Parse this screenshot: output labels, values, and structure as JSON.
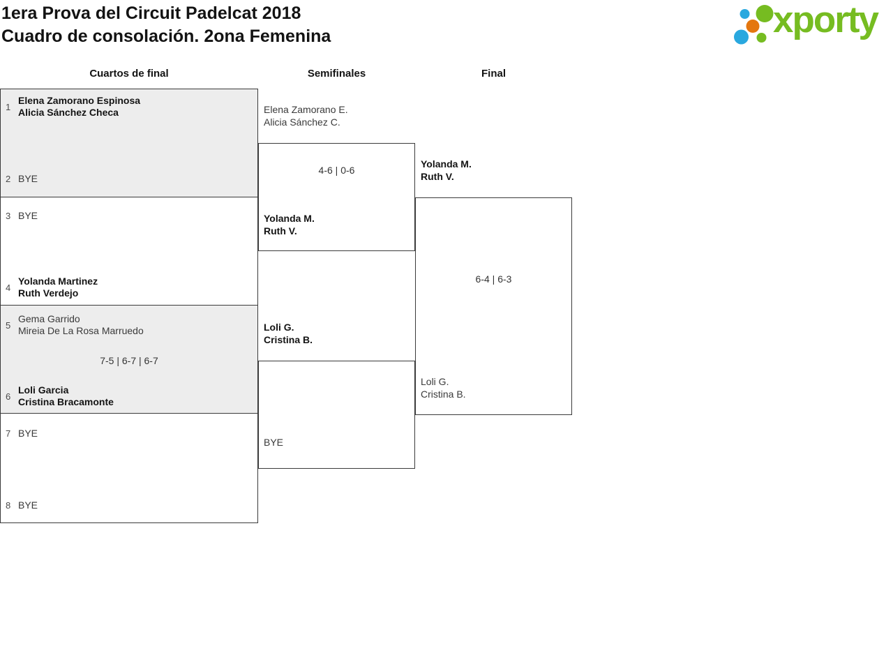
{
  "header": {
    "title_line1": "1era Prova del Circuit Padelcat 2018",
    "title_line2": "Cuadro de consolación. 2ona Femenina",
    "logo_text": "xporty"
  },
  "colors": {
    "logo_green": "#76BC21",
    "logo_blue": "#29A8DF",
    "logo_orange": "#E4770F",
    "box_grey": "#EDEDED",
    "border": "#3A3A3A"
  },
  "rounds": [
    {
      "label": "Cuartos de final"
    },
    {
      "label": "Semifinales"
    },
    {
      "label": "Final"
    }
  ],
  "quarterfinals": [
    {
      "top": {
        "seed": "1",
        "line1": "Elena Zamorano Espinosa",
        "line2": "Alicia Sánchez Checa",
        "winner": true
      },
      "bottom": {
        "seed": "2",
        "line1": "BYE",
        "winner": false
      },
      "score": ""
    },
    {
      "top": {
        "seed": "3",
        "line1": "BYE",
        "winner": false
      },
      "bottom": {
        "seed": "4",
        "line1": "Yolanda Martinez",
        "line2": "Ruth Verdejo",
        "winner": true
      },
      "score": ""
    },
    {
      "top": {
        "seed": "5",
        "line1": "Gema Garrido",
        "line2": "Mireia De La Rosa Marruedo",
        "winner": false
      },
      "bottom": {
        "seed": "6",
        "line1": "Loli Garcia",
        "line2": "Cristina Bracamonte",
        "winner": true
      },
      "score": "7-5 | 6-7 | 6-7"
    },
    {
      "top": {
        "seed": "7",
        "line1": "BYE",
        "winner": false
      },
      "bottom": {
        "seed": "8",
        "line1": "BYE",
        "winner": false
      },
      "score": ""
    }
  ],
  "semifinals": [
    {
      "top": {
        "line1": "Elena Zamorano E.",
        "line2": "Alicia Sánchez C.",
        "winner": false
      },
      "bottom": {
        "line1": "Yolanda M.",
        "line2": "Ruth V.",
        "winner": true
      },
      "score": "4-6 | 0-6"
    },
    {
      "top": {
        "line1": "Loli G.",
        "line2": "Cristina B.",
        "winner": true
      },
      "bottom": {
        "line1": "BYE",
        "winner": false
      },
      "score": ""
    }
  ],
  "final": {
    "top": {
      "line1": "Yolanda M.",
      "line2": "Ruth V.",
      "winner": true
    },
    "bottom": {
      "line1": "Loli G.",
      "line2": "Cristina B.",
      "winner": false
    },
    "score": "6-4 | 6-3"
  }
}
